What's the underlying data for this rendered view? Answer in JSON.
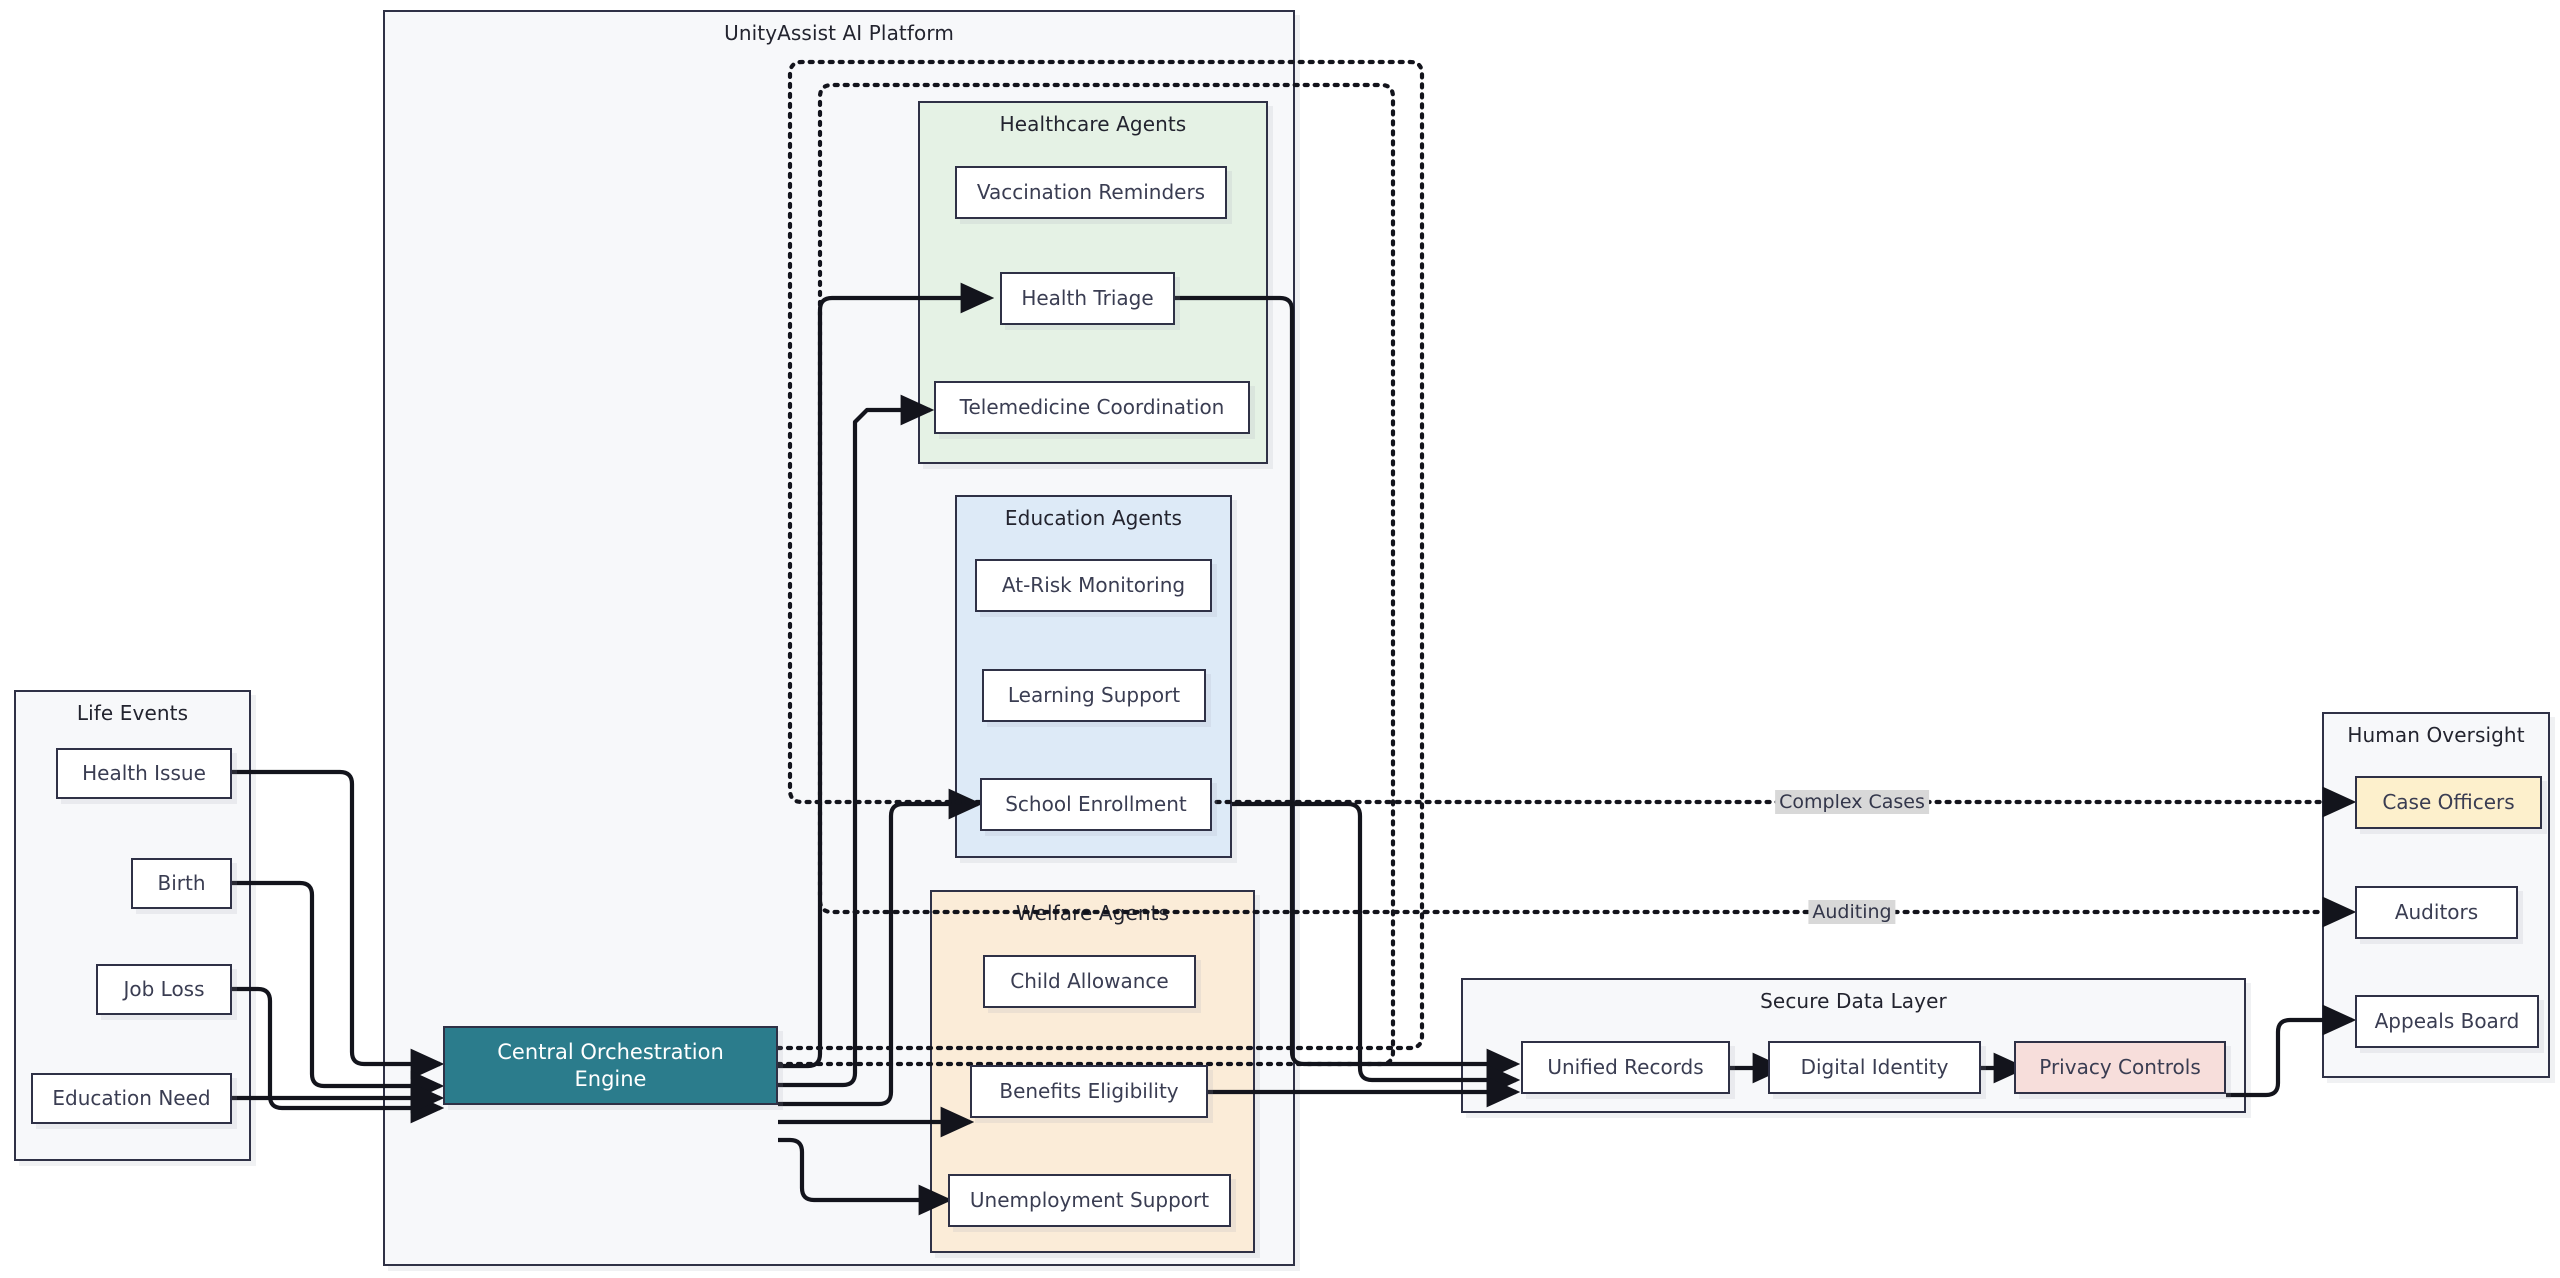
{
  "diagram": {
    "type": "flowchart",
    "clusters": [
      {
        "id": "life-events",
        "title": "Life Events"
      },
      {
        "id": "platform",
        "title": "UnityAssist AI Platform"
      },
      {
        "id": "healthcare",
        "title": "Healthcare Agents"
      },
      {
        "id": "education",
        "title": "Education Agents"
      },
      {
        "id": "welfare",
        "title": "Welfare Agents"
      },
      {
        "id": "data-layer",
        "title": "Secure Data Layer"
      },
      {
        "id": "oversight",
        "title": "Human Oversight"
      }
    ],
    "nodes": {
      "health_issue": "Health Issue",
      "birth": "Birth",
      "job_loss": "Job Loss",
      "education_need": "Education Need",
      "orchestrator": "Central Orchestration\nEngine",
      "vaccination_reminders": "Vaccination Reminders",
      "health_triage": "Health Triage",
      "telemedicine": "Telemedicine Coordination",
      "at_risk": "At-Risk Monitoring",
      "learning_support": "Learning Support",
      "school_enrollment": "School Enrollment",
      "child_allowance": "Child Allowance",
      "benefits_eligibility": "Benefits Eligibility",
      "unemployment_support": "Unemployment Support",
      "unified_records": "Unified Records",
      "digital_identity": "Digital Identity",
      "privacy_controls": "Privacy Controls",
      "case_officers": "Case Officers",
      "auditors": "Auditors",
      "appeals_board": "Appeals Board"
    },
    "edge_labels": {
      "complex_cases": "Complex Cases",
      "auditing": "Auditing"
    },
    "colors": {
      "stroke": "#2f3146",
      "text": "#3a3d52",
      "orchestrator_fill": "#2b7c8c",
      "healthcare_fill": "#e5f2e5",
      "education_fill": "#ddeaf7",
      "welfare_fill": "#fbecd8",
      "case_officers_fill": "#fdf0cc",
      "privacy_controls_fill": "#f7dedb",
      "cluster_fill": "#f7f8fa",
      "edge_label_bg": "#d8d8d8"
    }
  }
}
